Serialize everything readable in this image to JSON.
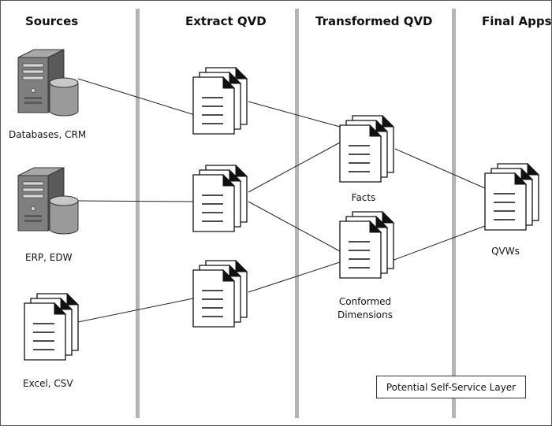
{
  "columns": {
    "sources": "Sources",
    "extract": "Extract QVD",
    "transformed": "Transformed QVD",
    "final": "Final Apps"
  },
  "nodes": {
    "databases": "Databases, CRM",
    "erp": "ERP, EDW",
    "excel": "Excel, CSV",
    "facts": "Facts",
    "conformed_line1": "Conformed",
    "conformed_line2": "Dimensions",
    "qvws": "QVWs"
  },
  "self_service": "Potential Self-Service Layer",
  "colors": {
    "divider": "#b4b4b4",
    "server_body": "#7f7f7f",
    "server_side": "#5a5a5a",
    "cylinder": "#9a9a9a",
    "document_fold": "#111111"
  },
  "icons": {
    "databases": "server-with-database-icon",
    "erp": "server-with-database-icon",
    "excel": "document-stack-icon",
    "extract": "document-stack-icon",
    "transformed": "document-stack-icon",
    "final": "document-stack-icon"
  }
}
